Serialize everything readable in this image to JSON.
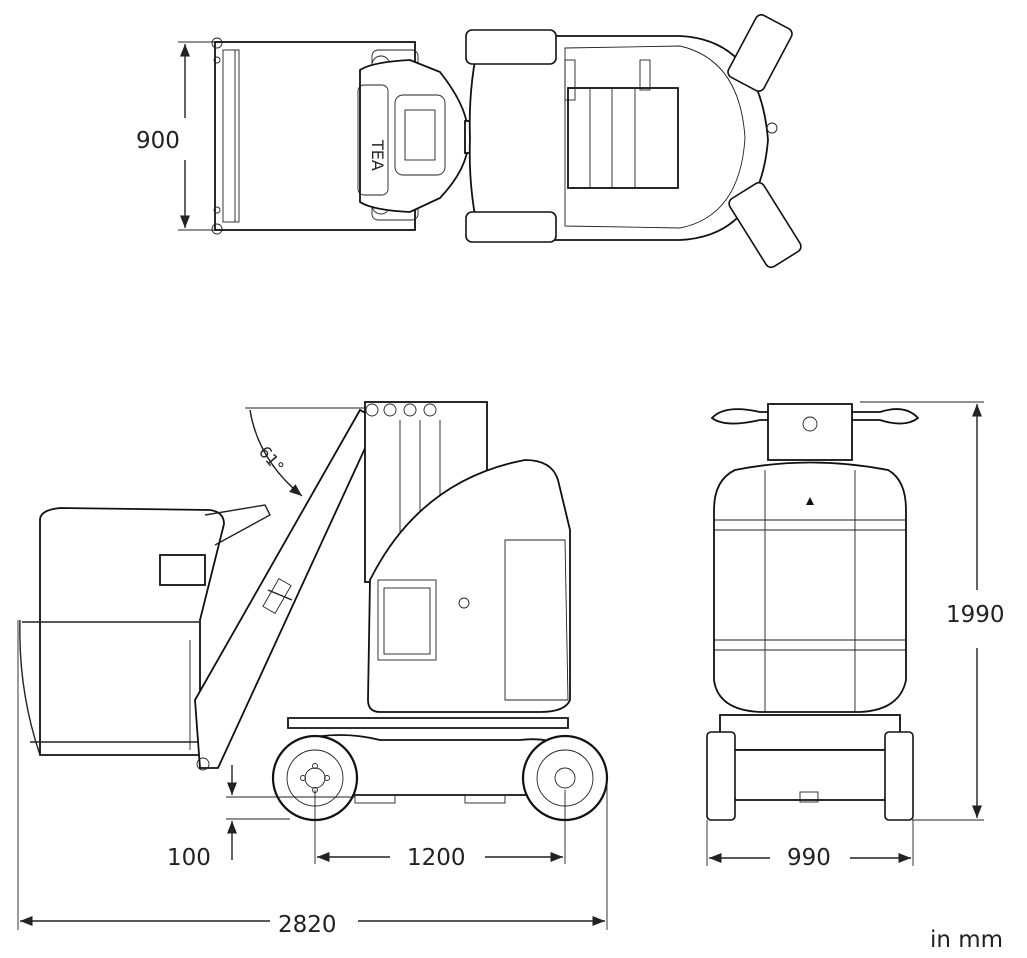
{
  "drawing": {
    "dimensions": {
      "platform_width": "900",
      "tilt_angle": "61°",
      "overall_height": "1990",
      "ground_clearance": "100",
      "wheelbase": "1200",
      "overall_width": "990",
      "overall_length": "2820"
    },
    "unit_note": "in mm"
  }
}
